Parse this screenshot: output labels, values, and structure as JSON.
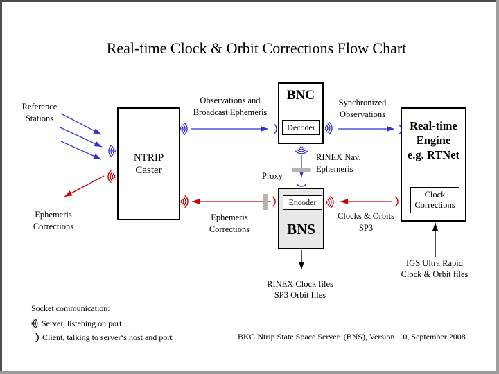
{
  "title": "Real-time Clock & Orbit Corrections Flow Chart",
  "boxes": {
    "ntrip_caster": {
      "line1": "NTRIP",
      "line2": "Caster"
    },
    "bnc": {
      "label": "BNC",
      "sub": "Decoder"
    },
    "bns": {
      "label": "BNS",
      "sub": "Encoder"
    },
    "engine": {
      "line1": "Real-time",
      "line2": "Engine",
      "line3": "e.g. RTNet",
      "sub_line1": "Clock",
      "sub_line2": "Corrections"
    }
  },
  "flow_labels": {
    "reference_stations": {
      "line1": "Reference",
      "line2": "Stations"
    },
    "obs_broadcast": {
      "line1": "Observations and",
      "line2": "Broadcast Ephemeris"
    },
    "synchronized": {
      "line1": "Synchronized",
      "line2": "Observations"
    },
    "rinex_nav": {
      "line1": "RINEX Nav.",
      "line2": "Ephemeris"
    },
    "proxy": "Proxy",
    "eph_corr_left": {
      "line1": "Ephemeris",
      "line2": "Corrections"
    },
    "eph_corr_mid": {
      "line1": "Ephemeris",
      "line2": "Corrections"
    },
    "clocks_orbits": {
      "line1": "Clocks & Orbits",
      "line2": "SP3"
    },
    "rinex_clock": {
      "line1": "RINEX Clock files",
      "line2": "SP3 Orbit files"
    },
    "igs_ultra": {
      "line1": "IGS Ultra Rapid",
      "line2": "Clock & Orbit files"
    }
  },
  "legend": {
    "heading": "Socket communication:",
    "server_label": "Server, listening on port",
    "client_label": "Client, talking to server‘s host and port"
  },
  "footer": "BKG Ntrip State Space Server  (BNS), Version 1.0, September 2008",
  "icons": {
    "server_socket": "socket-server-waves-icon",
    "client_socket": "socket-client-arc-icon",
    "proxy_bar": "proxy-firewall-bar"
  },
  "colors": {
    "blue": "#3333cc",
    "red": "#cc0000",
    "black": "#000000",
    "gray_bar": "#b3b3b3",
    "bns_fill": "#e8e8e8"
  }
}
